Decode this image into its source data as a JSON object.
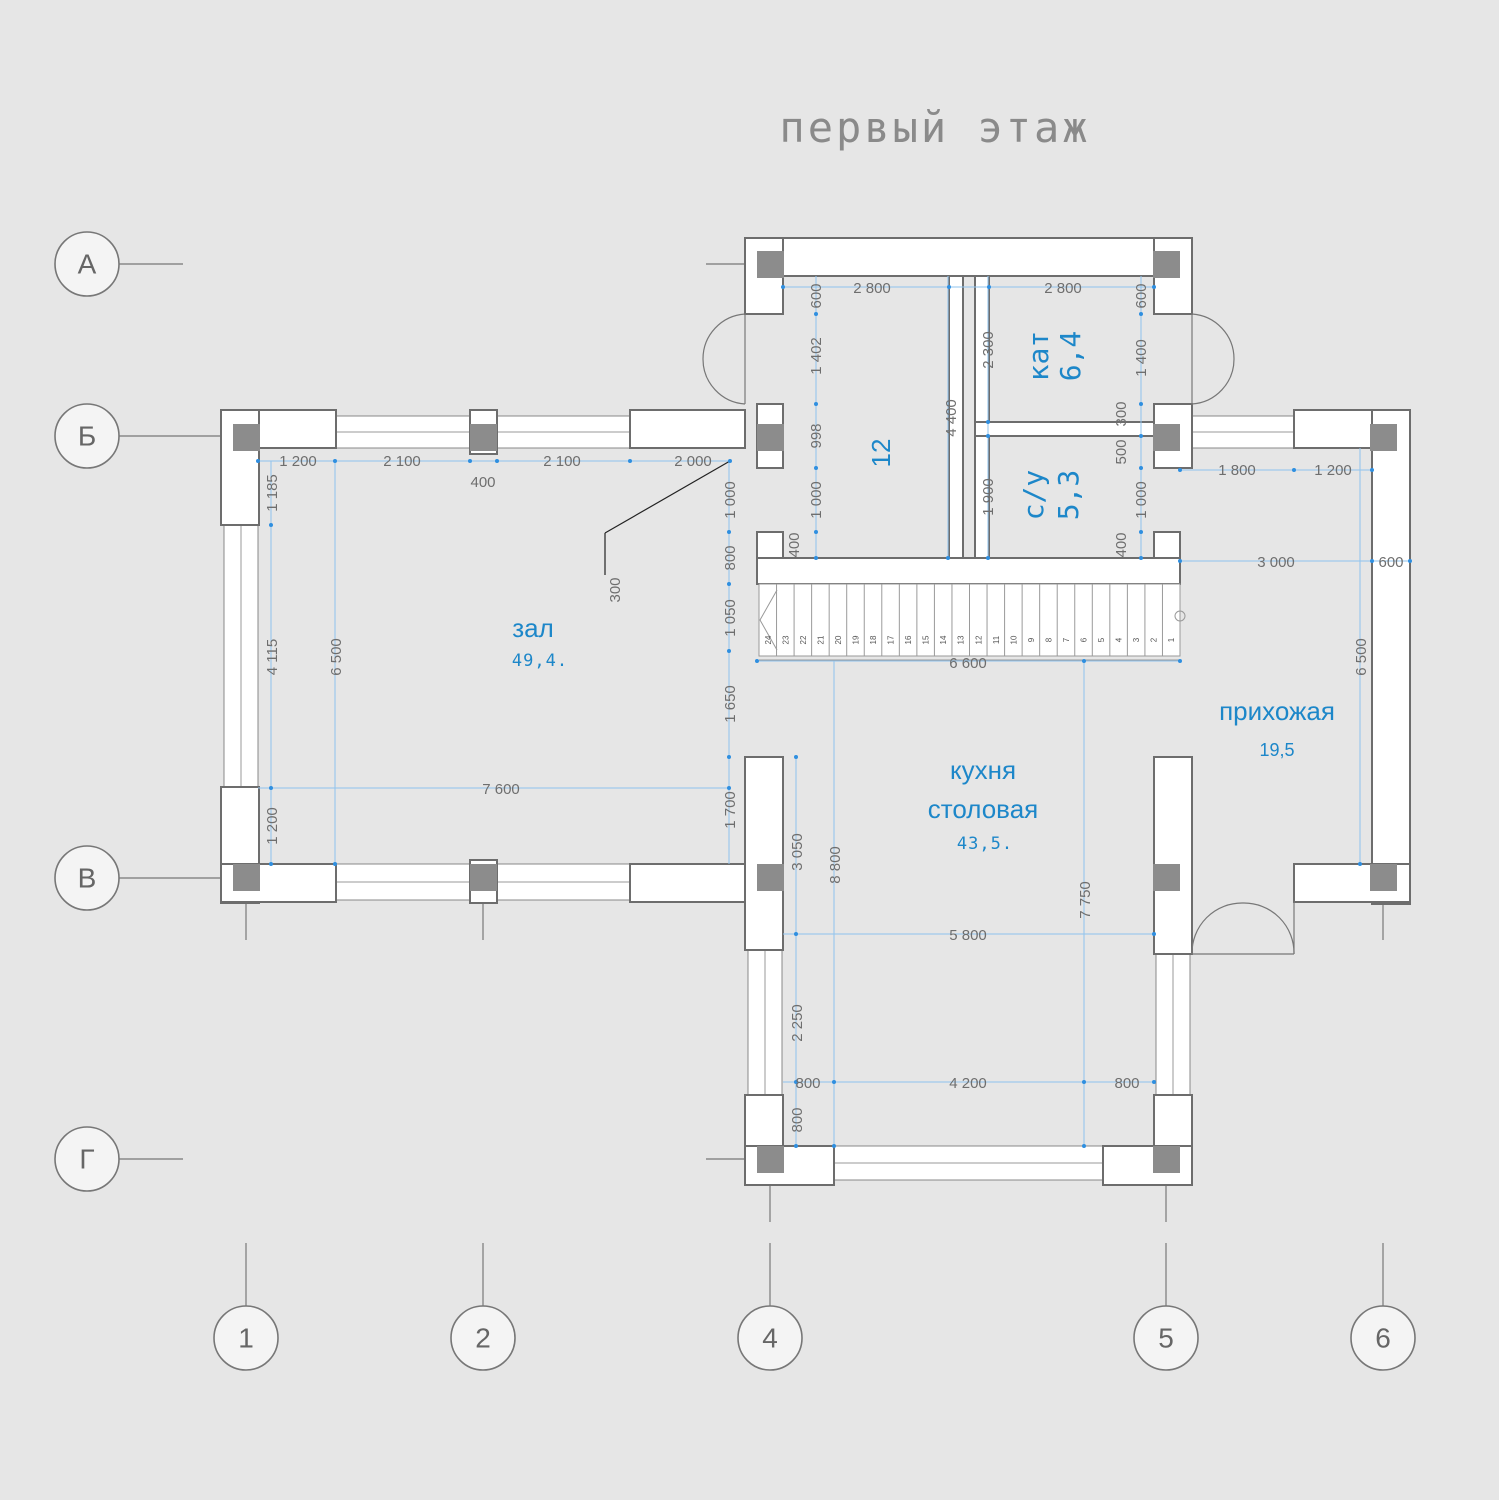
{
  "title": "первый этаж",
  "axes": {
    "rows": [
      "А",
      "Б",
      "В",
      "Г"
    ],
    "cols": [
      "1",
      "2",
      "4",
      "5",
      "6"
    ]
  },
  "rooms": {
    "hall": {
      "name": "зал",
      "area": "49,4."
    },
    "kitchen": {
      "name1": "кухня",
      "name2": "столовая",
      "area": "43,5."
    },
    "entry": {
      "name": "прихожая",
      "area": "19,5"
    },
    "kat": {
      "name": "кат",
      "area": "6,4"
    },
    "bath": {
      "name": "с/у",
      "area": "5,3"
    },
    "room12": {
      "name": "12"
    }
  },
  "dims": {
    "d1200_top": "1 200",
    "d2100_a": "2 100",
    "d2100_b": "2 100",
    "d2000": "2 000",
    "d400": "400",
    "d300": "300",
    "d2800_a": "2 800",
    "d2800_b": "2 800",
    "d600_a": "600",
    "d600_b": "600",
    "d1402": "1 402",
    "d998": "998",
    "d1000_a": "1 000",
    "d1000_b": "1 000",
    "d1000_c": "1 000",
    "d400_a": "400",
    "d400_b": "400",
    "d4400": "4 400",
    "d2300": "2 300",
    "d1900": "1 900",
    "d1400": "1 400",
    "d300_b": "300",
    "d500": "500",
    "d1800": "1 800",
    "d1200_r": "1 200",
    "d3000": "3 000",
    "d600_r": "600",
    "d6500_r": "6 500",
    "d1185": "1 185",
    "d4115": "4 115",
    "d6500_l": "6 500",
    "d1200_l": "1 200",
    "d800_a": "800",
    "d1050": "1 050",
    "d1650": "1 650",
    "d1700": "1 700",
    "d7600": "7 600",
    "d6600": "6 600",
    "d3050": "3 050",
    "d8800": "8 800",
    "d7750": "7 750",
    "d5800": "5 800",
    "d2250": "2 250",
    "d800_b": "800",
    "d800_c": "800",
    "d4200": "4 200",
    "d800_d": "800"
  },
  "stairs": [
    "24",
    "23",
    "22",
    "21",
    "20",
    "19",
    "18",
    "17",
    "16",
    "15",
    "14",
    "13",
    "12",
    "11",
    "10",
    "9",
    "8",
    "7",
    "6",
    "5",
    "4",
    "3",
    "2",
    "1"
  ]
}
